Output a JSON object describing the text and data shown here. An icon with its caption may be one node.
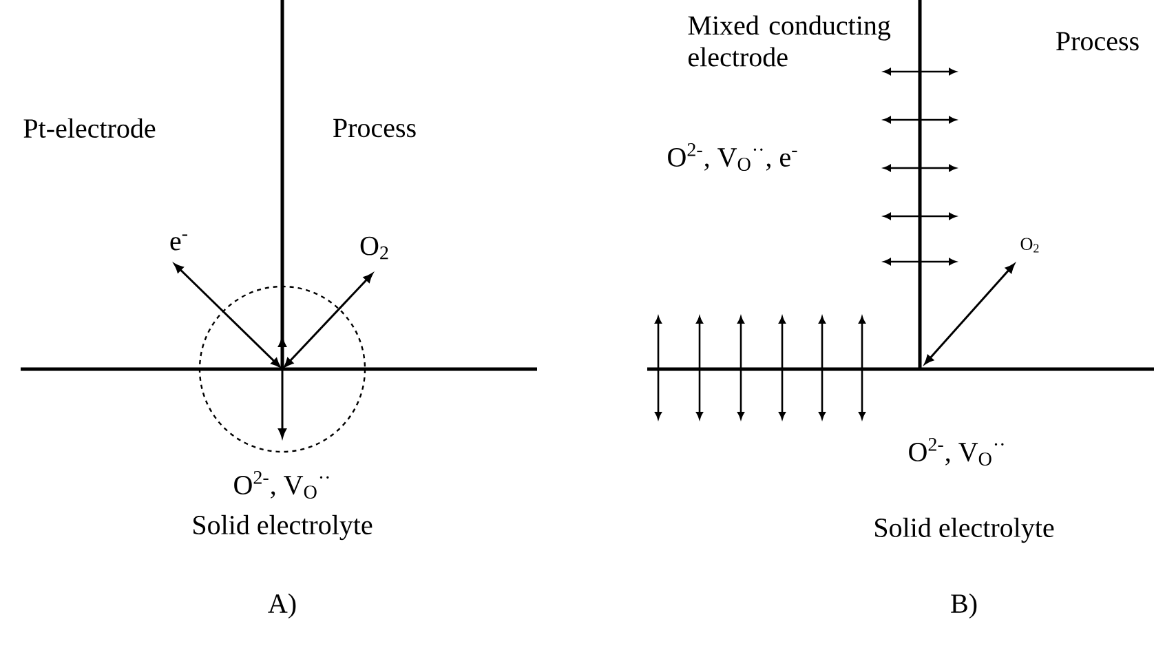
{
  "diagram": {
    "labels": [
      "Pt-electrode",
      "Process",
      "Mixed conducting electrode",
      "Process",
      "e$^{-}$",
      "O$_{2}$",
      "O$_{2}$",
      "O$^{2-}$, V$_{O}$$^{··}$, e$^{-}$",
      "O$^{2-}$, V$_{O}$$^{··}$",
      "O$^{2-}$, V$_{O}$$^{··}$",
      "Solid electrolyte",
      "Solid electrolyte",
      "A)",
      "B)"
    ]
  }
}
